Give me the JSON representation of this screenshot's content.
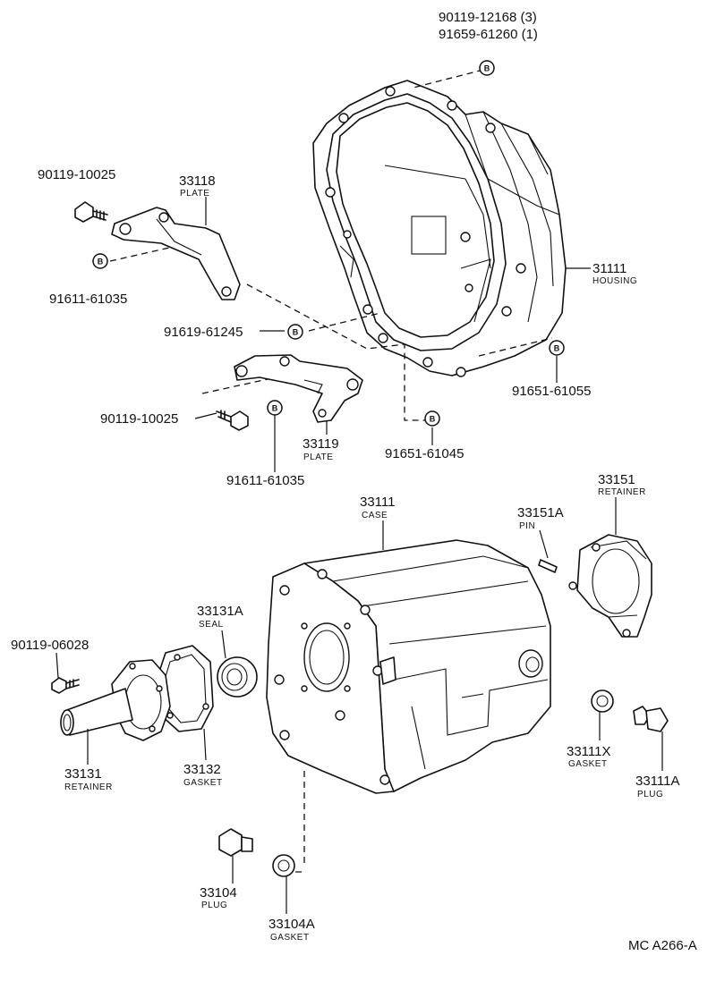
{
  "callouts": [
    {
      "id": "top1",
      "number": "90119-12168 (3)"
    },
    {
      "id": "top2",
      "number": "91659-61260 (1)"
    },
    {
      "id": "bolt1",
      "number": "90119-10025"
    },
    {
      "id": "plate1",
      "number": "33118",
      "label": "PLATE"
    },
    {
      "id": "n91611a",
      "number": "91611-61035"
    },
    {
      "id": "housing",
      "number": "31111",
      "label": "HOUSING"
    },
    {
      "id": "n91619",
      "number": "91619-61245"
    },
    {
      "id": "n91651a",
      "number": "91651-61055"
    },
    {
      "id": "bolt2",
      "number": "90119-10025"
    },
    {
      "id": "plate2",
      "number": "33119",
      "label": "PLATE"
    },
    {
      "id": "n91651b",
      "number": "91651-61045"
    },
    {
      "id": "n91611b",
      "number": "91611-61035"
    },
    {
      "id": "case",
      "number": "33111",
      "label": "CASE"
    },
    {
      "id": "pin",
      "number": "33151A",
      "label": "PIN"
    },
    {
      "id": "ret151",
      "number": "33151",
      "label": "RETAINER"
    },
    {
      "id": "seal",
      "number": "33131A",
      "label": "SEAL"
    },
    {
      "id": "bolt3",
      "number": "90119-06028"
    },
    {
      "id": "ret131",
      "number": "33131",
      "label": "RETAINER"
    },
    {
      "id": "gask132",
      "number": "33132",
      "label": "GASKET"
    },
    {
      "id": "gask11x",
      "number": "33111X",
      "label": "GASKET"
    },
    {
      "id": "plug11a",
      "number": "33111A",
      "label": "PLUG"
    },
    {
      "id": "plug104",
      "number": "33104",
      "label": "PLUG"
    },
    {
      "id": "gask104",
      "number": "33104A",
      "label": "GASKET"
    }
  ],
  "markers": [
    {
      "id": "m1",
      "text": "B"
    },
    {
      "id": "m2",
      "text": "B"
    },
    {
      "id": "m3",
      "text": "B"
    },
    {
      "id": "m4",
      "text": "B"
    },
    {
      "id": "m5",
      "text": "B"
    },
    {
      "id": "m6",
      "text": "B"
    }
  ],
  "diagram_code": "MC A266-A"
}
